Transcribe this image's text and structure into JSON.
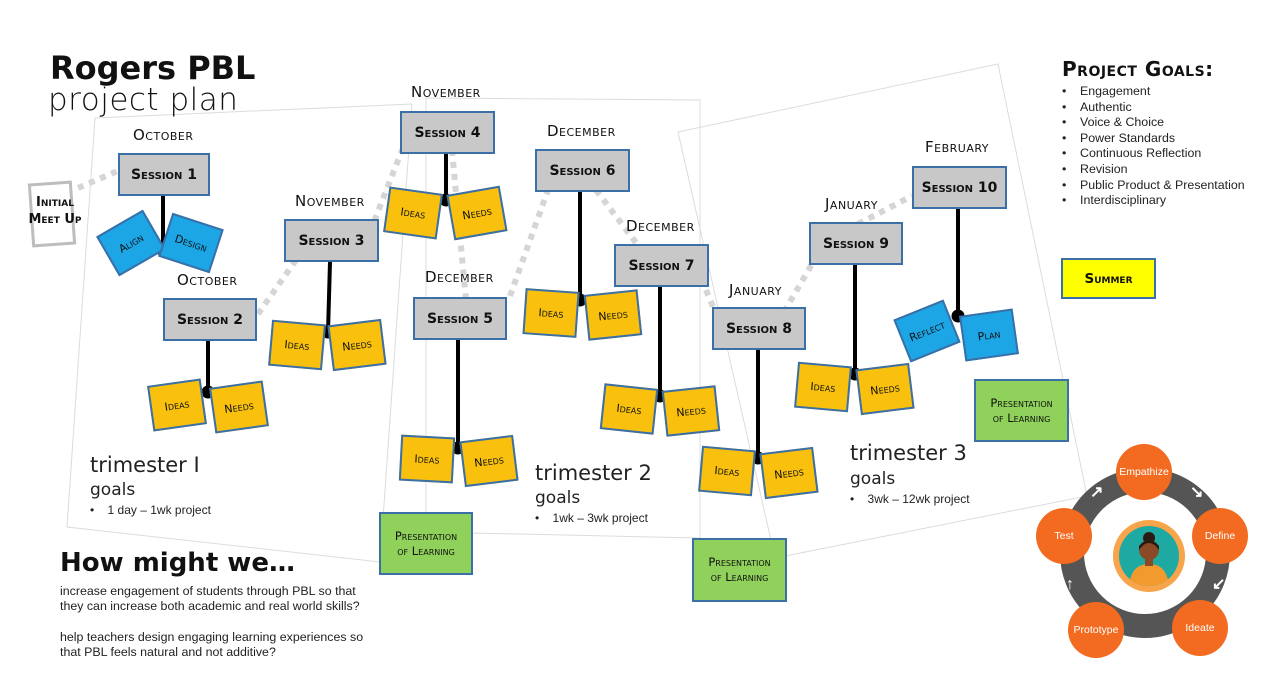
{
  "title": {
    "main": "Rogers PBL",
    "sub": "project plan"
  },
  "start_note": "Initial Meet Up",
  "sessions": {
    "s1": {
      "month": "October",
      "label": "Session 1",
      "left_note": "Align",
      "right_note": "Design"
    },
    "s2": {
      "month": "October",
      "label": "Session 2",
      "left_note": "Ideas",
      "right_note": "Needs"
    },
    "s3": {
      "month": "November",
      "label": "Session 3",
      "left_note": "Ideas",
      "right_note": "Needs"
    },
    "s4": {
      "month": "November",
      "label": "Session 4",
      "left_note": "Ideas",
      "right_note": "Needs"
    },
    "s5": {
      "month": "December",
      "label": "Session 5",
      "left_note": "Ideas",
      "right_note": "Needs"
    },
    "s6": {
      "month": "December",
      "label": "Session 6",
      "left_note": "Ideas",
      "right_note": "Needs"
    },
    "s7": {
      "month": "December",
      "label": "Session 7",
      "left_note": "Ideas",
      "right_note": "Needs"
    },
    "s8": {
      "month": "January",
      "label": "Session 8",
      "left_note": "Ideas",
      "right_note": "Needs"
    },
    "s9": {
      "month": "January",
      "label": "Session 9",
      "left_note": "Ideas",
      "right_note": "Needs"
    },
    "s10": {
      "month": "February",
      "label": "Session 10",
      "left_note": "Reflect",
      "right_note": "Plan"
    }
  },
  "presentation": {
    "line1": "Presentation",
    "line2": "of Learning"
  },
  "summer": "Summer",
  "trimesters": [
    {
      "name": "trimester I",
      "goals": "goals",
      "bullet": "1 day – 1wk project"
    },
    {
      "name": "trimester 2",
      "goals": "goals",
      "bullet": "1wk – 3wk project"
    },
    {
      "name": "trimester 3",
      "goals": "goals",
      "bullet": "3wk – 12wk project"
    }
  ],
  "project_goals": {
    "heading": "Project Goals:",
    "items": [
      "Engagement",
      "Authentic",
      "Voice & Choice",
      "Power Standards",
      "Continuous  Reflection",
      "Revision",
      "Public Product & Presentation",
      "Interdisciplinary"
    ]
  },
  "hmw": {
    "heading": "How might we…",
    "q1_line1": "increase engagement of students through PBL so that",
    "q1_line2": "they can increase both academic and real world skills?",
    "q2_line1": "help teachers design engaging learning experiences so",
    "q2_line2": "that PBL feels natural and not additive?"
  },
  "design_cycle": {
    "steps": [
      "Empathize",
      "Define",
      "Ideate",
      "Prototype",
      "Test"
    ]
  },
  "colors": {
    "sticky_yellow": "#f9c10e",
    "sticky_blue": "#1ca6e6",
    "green": "#8fd15a",
    "summer": "#ffff00",
    "cycle_orange": "#f26b21",
    "cycle_ring": "#555555"
  }
}
